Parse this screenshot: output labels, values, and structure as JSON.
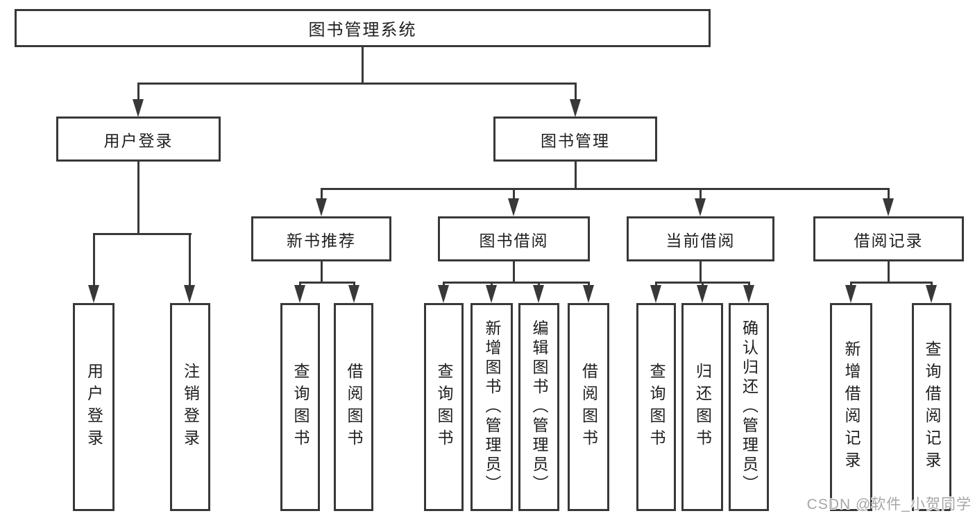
{
  "nodes": {
    "root": {
      "label": "图书管理系统"
    },
    "user_login": {
      "label": "用户登录"
    },
    "book_mgmt": {
      "label": "图书管理"
    },
    "new_book": {
      "label": "新书推荐"
    },
    "borrow": {
      "label": "图书借阅"
    },
    "current": {
      "label": "当前借阅"
    },
    "records": {
      "label": "借阅记录"
    },
    "leaf_login": {
      "label": "用户登录"
    },
    "leaf_logout": {
      "label": "注销登录"
    },
    "leaf_nb_query": {
      "label": "查询图书"
    },
    "leaf_nb_borrow": {
      "label": "借阅图书"
    },
    "leaf_bw_query": {
      "label": "查询图书"
    },
    "leaf_bw_add": {
      "label": "新增图书（管理员）"
    },
    "leaf_bw_edit": {
      "label": "编辑图书（管理员）"
    },
    "leaf_bw_borrow": {
      "label": "借阅图书"
    },
    "leaf_cu_query": {
      "label": "查询图书"
    },
    "leaf_cu_return": {
      "label": "归还图书"
    },
    "leaf_cu_confirm": {
      "label": "确认归还（管理员）"
    },
    "leaf_re_add": {
      "label": "新增借阅记录"
    },
    "leaf_re_query": {
      "label": "查询借阅记录"
    }
  },
  "hierarchy": [
    {
      "parent": "图书管理系统",
      "children": [
        "用户登录",
        "图书管理"
      ]
    },
    {
      "parent": "用户登录",
      "children": [
        "用户登录",
        "注销登录"
      ]
    },
    {
      "parent": "图书管理",
      "children": [
        "新书推荐",
        "图书借阅",
        "当前借阅",
        "借阅记录"
      ]
    },
    {
      "parent": "新书推荐",
      "children": [
        "查询图书",
        "借阅图书"
      ]
    },
    {
      "parent": "图书借阅",
      "children": [
        "查询图书",
        "新增图书（管理员）",
        "编辑图书（管理员）",
        "借阅图书"
      ]
    },
    {
      "parent": "当前借阅",
      "children": [
        "查询图书",
        "归还图书",
        "确认归还（管理员）"
      ]
    },
    {
      "parent": "借阅记录",
      "children": [
        "新增借阅记录",
        "查询借阅记录"
      ]
    }
  ],
  "watermark": {
    "text": "CSDN @软件_小贺同学"
  },
  "colors": {
    "line": "#383838",
    "text": "#1e1e1e",
    "background": "#ffffff",
    "watermark": "#a6a6a6"
  }
}
